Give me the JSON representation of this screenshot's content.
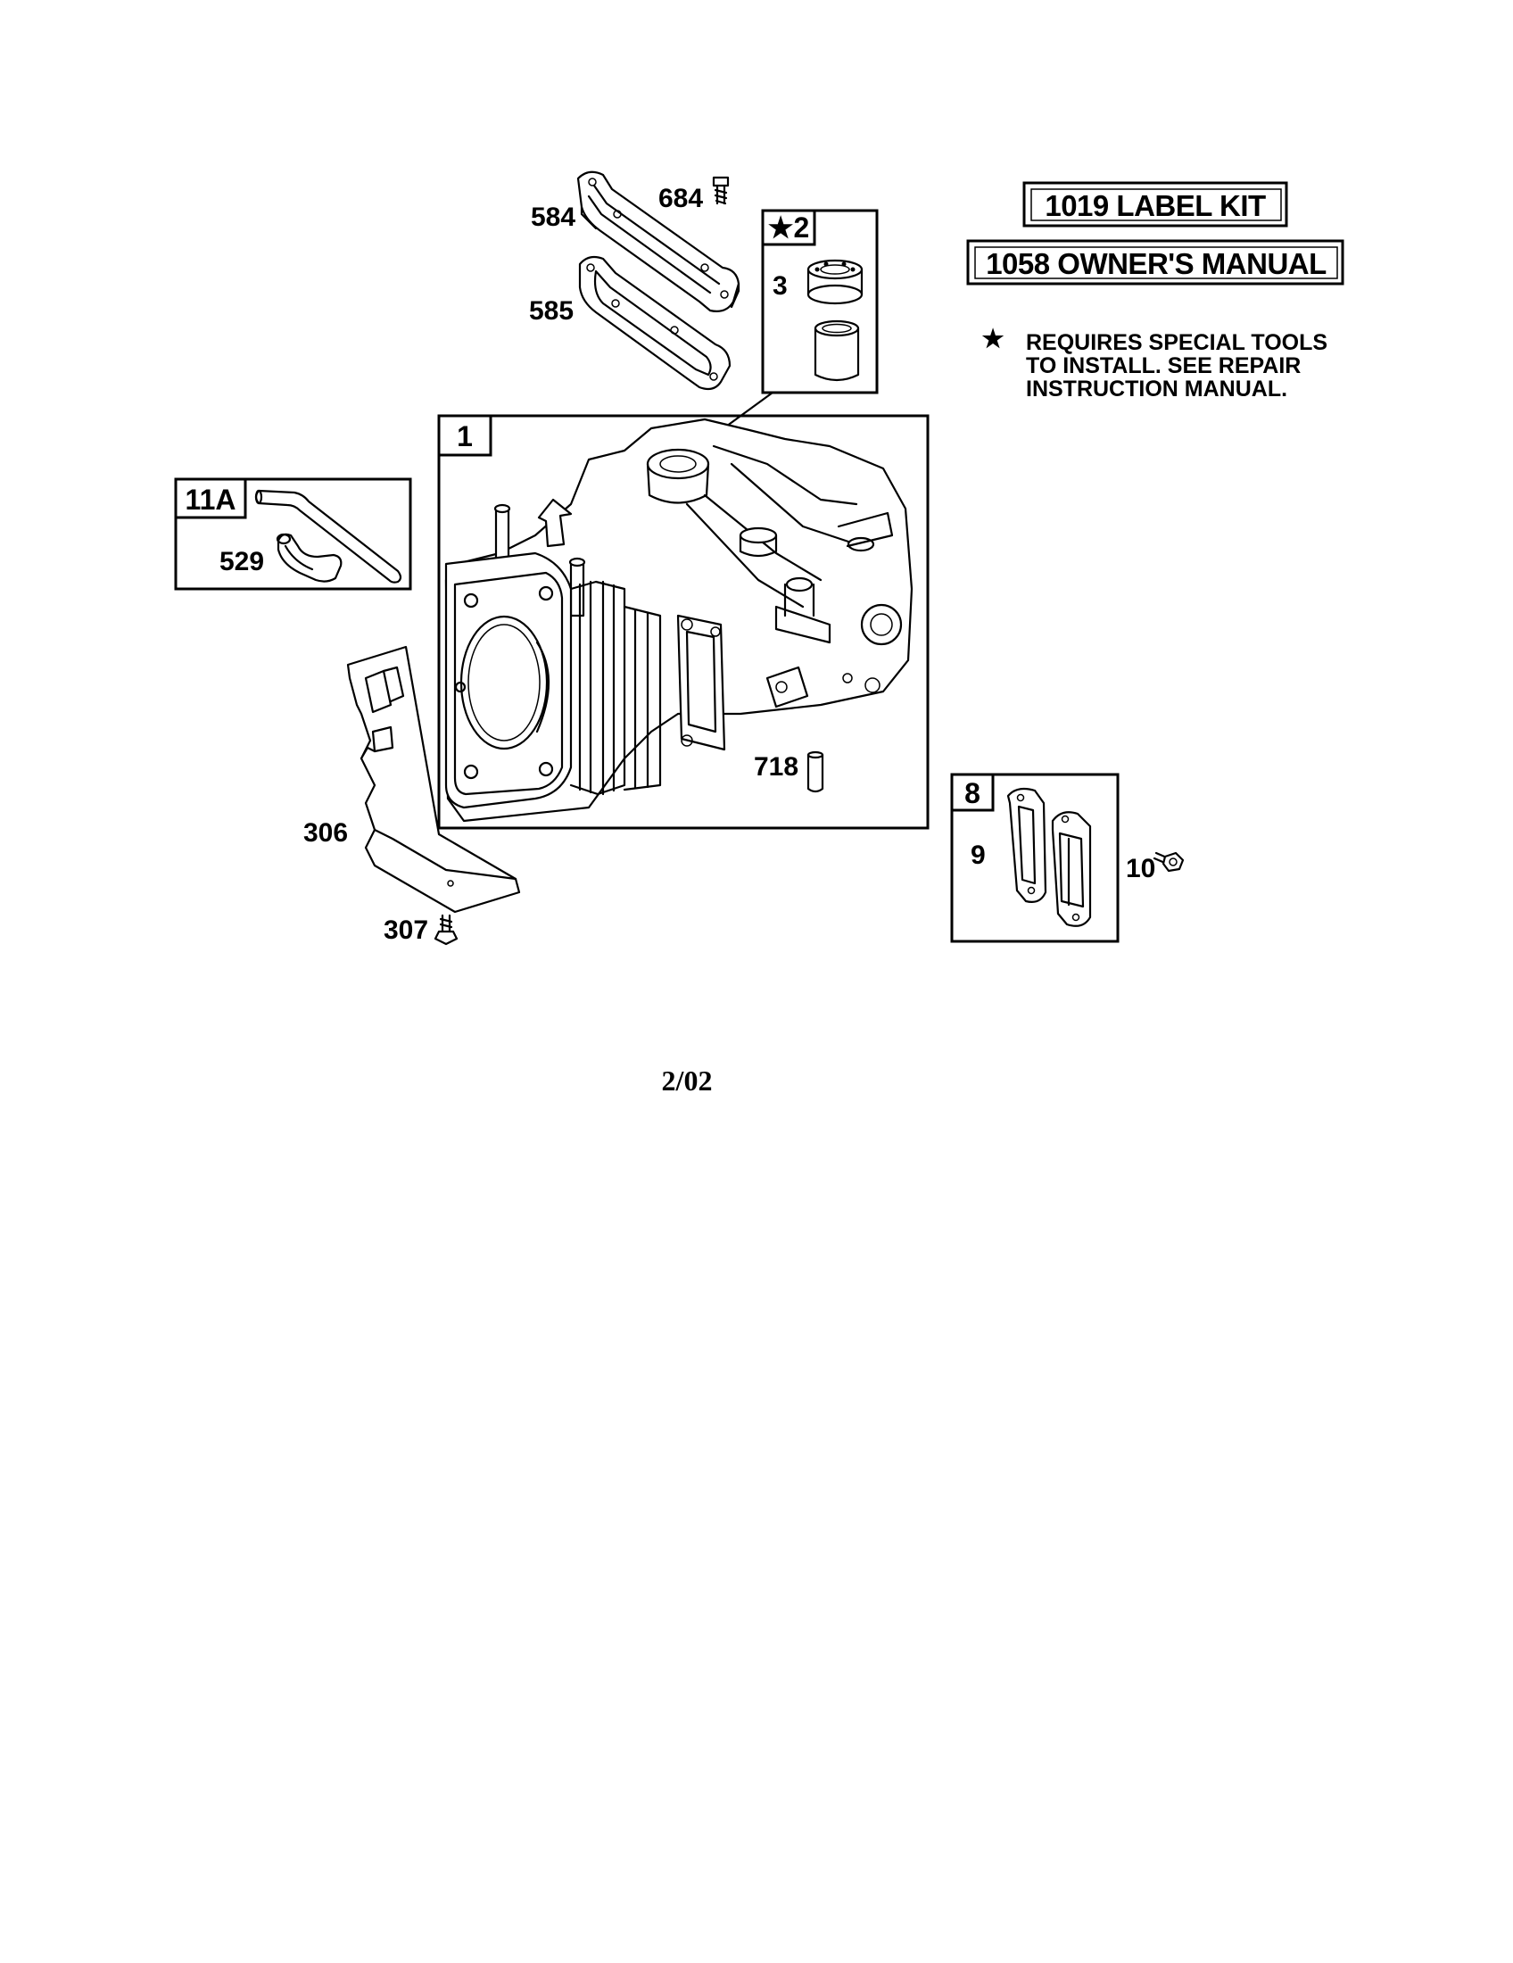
{
  "kits": {
    "label_kit": "1019 LABEL KIT",
    "owners_manual": "1058 OWNER'S MANUAL"
  },
  "note": {
    "star": "★",
    "lines": [
      "REQUIRES SPECIAL TOOLS",
      "TO INSTALL.  SEE REPAIR",
      "INSTRUCTION MANUAL."
    ]
  },
  "boxes": {
    "b1": "1",
    "b2": "★2",
    "b8": "8",
    "b11a": "11A"
  },
  "parts": {
    "p3": "3",
    "p9": "9",
    "p10": "10",
    "p306": "306",
    "p307": "307",
    "p529": "529",
    "p584": "584",
    "p585": "585",
    "p684": "684",
    "p718": "718"
  },
  "footer": {
    "date": "2/02"
  },
  "icons": {
    "star": "star-icon",
    "screw": "screw-icon",
    "bolt": "hex-bolt-icon",
    "pin": "dowel-pin-icon"
  },
  "colors": {
    "ink": "#000000",
    "paper": "#ffffff"
  }
}
